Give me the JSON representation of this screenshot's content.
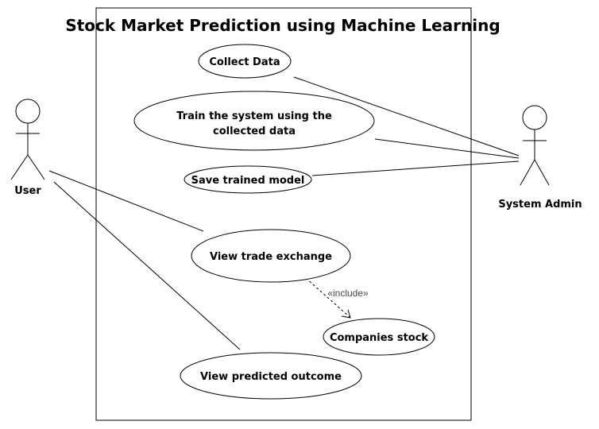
{
  "system": {
    "title": "Stock Market Prediction using Machine Learning"
  },
  "actors": {
    "user": "User",
    "admin": "System Admin"
  },
  "use_cases": {
    "collect": "Collect Data",
    "train_line1": "Train the system using the",
    "train_line2": "collected data",
    "save": "Save trained model",
    "view_trade": "View trade exchange",
    "companies": "Companies stock",
    "view_predicted": "View predicted outcome"
  },
  "relations": {
    "include": "«include»"
  }
}
